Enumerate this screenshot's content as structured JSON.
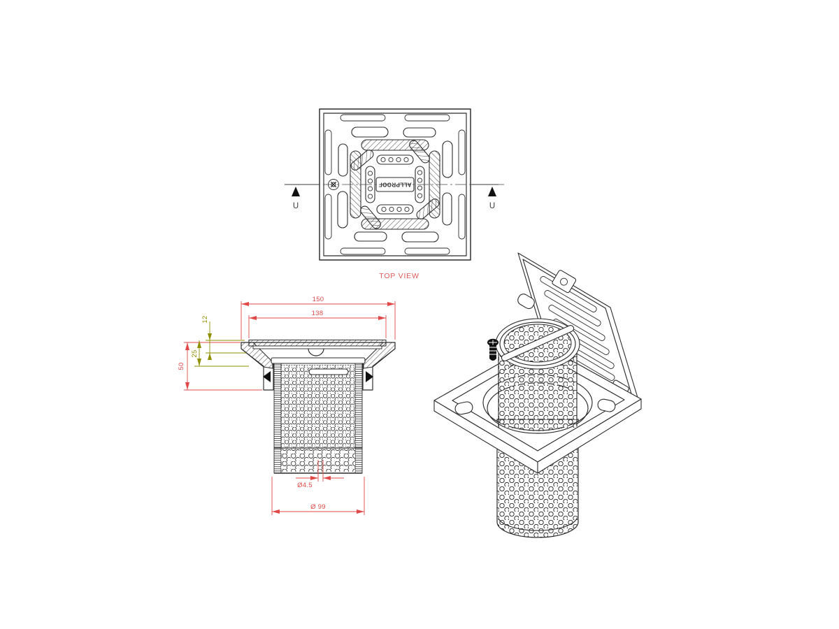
{
  "page": {
    "background": "#ffffff"
  },
  "drawing": {
    "brand": "ALLPROOF",
    "top_view": {
      "label": "TOP VIEW",
      "section_marker": "U"
    },
    "section_view": {
      "dimensions": {
        "overall_width": "150",
        "grate_width": "138",
        "grate_thickness": "12",
        "mid_depth": "25",
        "overall_depth": "50",
        "perforation_diameter": "Ø4.5",
        "bucket_diameter": "Ø 99"
      }
    },
    "colors": {
      "line": "#2b2b2b",
      "dim_primary": "#e04848",
      "dim_secondary": "#8f9000",
      "view_label": "#e05858"
    }
  }
}
